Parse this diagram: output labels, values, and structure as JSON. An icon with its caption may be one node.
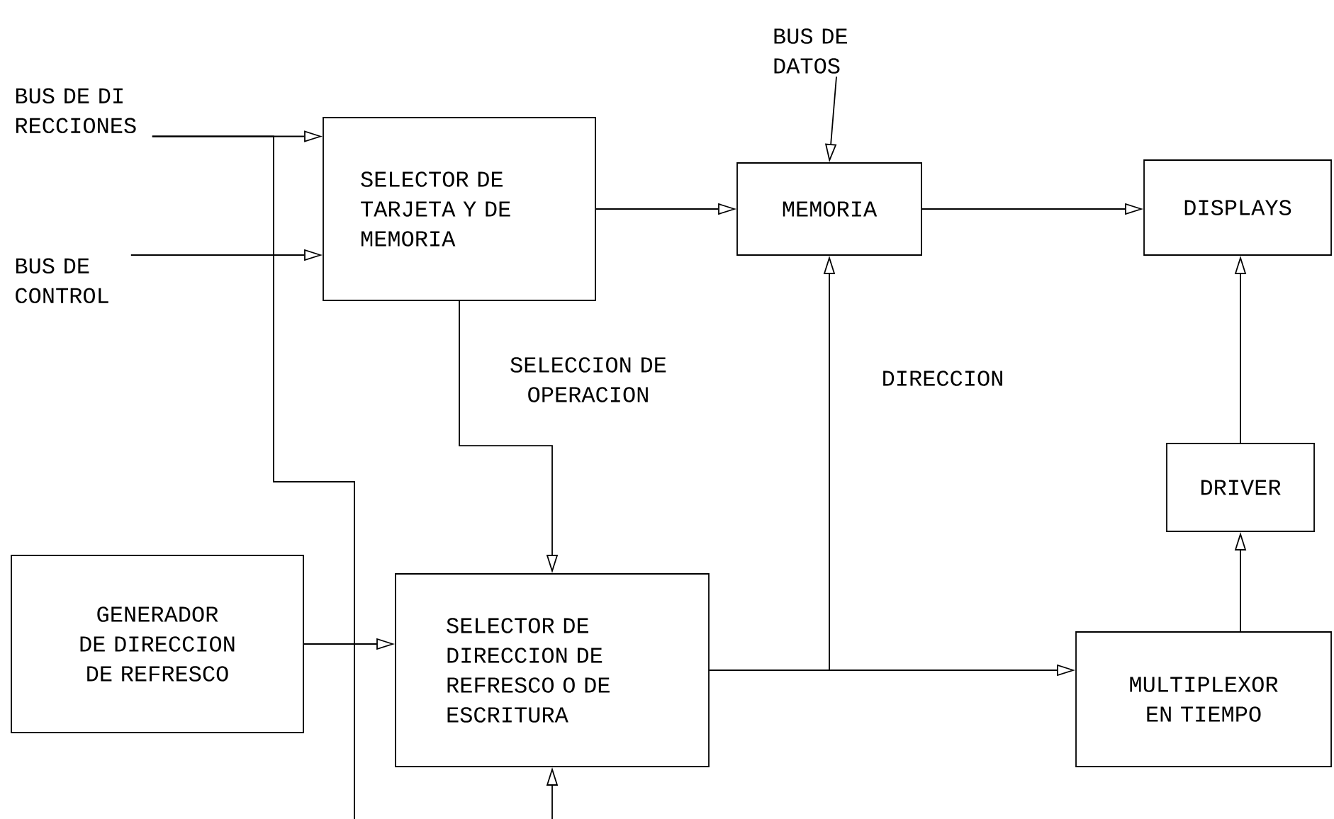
{
  "diagram": {
    "nodes": [
      {
        "text": [
          "BUS DE DI RECCIONES"
        ]
      },
      {
        "text": [
          "BUS DE CONTROL"
        ]
      },
      {
        "text": [
          "SELECTOR DE TARJETA Y DE MEMORIA"
        ]
      },
      {
        "text": [
          "MEMORIA"
        ]
      },
      {
        "text": [
          "BUS DE DATOS"
        ]
      },
      {
        "text": [
          "DISPLAYS"
        ]
      },
      {
        "text": [
          "GENERADOR DE DIRECCION DE REFRESCO"
        ]
      },
      {
        "text": [
          "SELECTOR DE DIRECCION DE REFRESCO O DE ESCRITURA"
        ]
      },
      {
        "text": [
          "DRIVER"
        ]
      },
      {
        "text": [
          "MULTIPLEXOR EN TIEMPO"
        ]
      }
    ],
    "edges": [
      {
        "from": 0,
        "to": 2,
        "arrow": "to"
      },
      {
        "from": 0,
        "to": null,
        "arrow": "none"
      },
      {
        "from": 1,
        "to": 2,
        "arrow": "to"
      },
      {
        "from": 2,
        "to": 3,
        "arrow": "to"
      },
      {
        "from": 4,
        "to": 3,
        "arrow": "to"
      },
      {
        "from": 3,
        "to": 5,
        "arrow": "to"
      },
      {
        "from": 2,
        "to": 7,
        "arrow": "to",
        "label": "SELECCION DE OPERACION"
      },
      {
        "from": 6,
        "to": 7,
        "arrow": "to"
      },
      {
        "from": null,
        "to": 7,
        "arrow": "to"
      },
      {
        "from": 7,
        "to": 3,
        "arrow": "to",
        "label": "DIRECCION"
      },
      {
        "from": 7,
        "to": 9,
        "arrow": "to"
      },
      {
        "from": 9,
        "to": 8,
        "arrow": "to"
      },
      {
        "from": 8,
        "to": 5,
        "arrow": "to"
      }
    ]
  }
}
